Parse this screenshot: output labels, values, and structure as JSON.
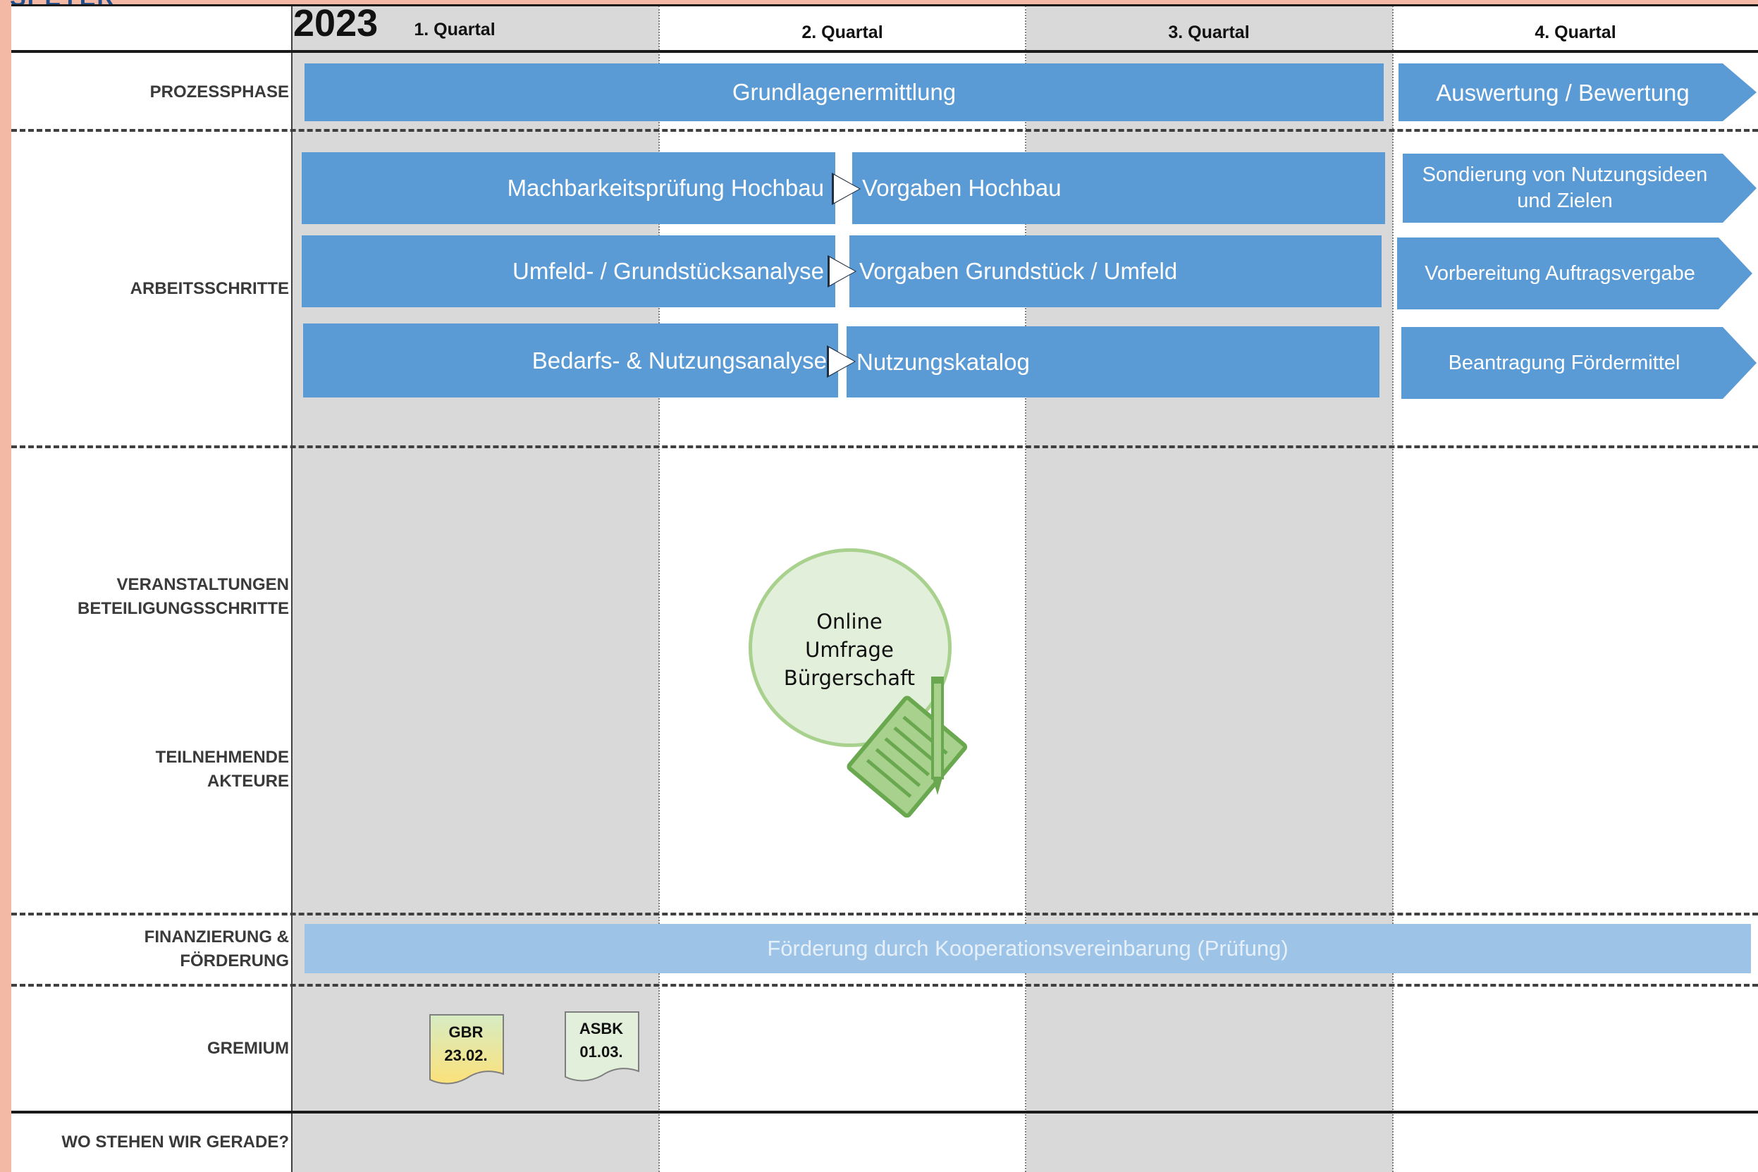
{
  "header": {
    "corner_fragment": "SPEYER",
    "year": "2023",
    "quarters": [
      "1. Quartal",
      "2. Quartal",
      "3. Quartal",
      "4. Quartal"
    ]
  },
  "rows": {
    "prozessphase": "PROZESSPHASE",
    "arbeitsschritte": "ARBEITSSCHRITTE",
    "veranstaltungen_1": "VERANSTALTUNGEN",
    "veranstaltungen_2": "BETEILIGUNGSSCHRITTE",
    "teilnehmende_1": "TEILNEHMENDE",
    "teilnehmende_2": "AKTEURE",
    "finanzierung_1": "FINANZIERUNG &",
    "finanzierung_2": "FÖRDERUNG",
    "gremium": "GREMIUM",
    "wo_stehen": "WO STEHEN WIR GERADE?"
  },
  "phases": {
    "grundlagen": "Grundlagenermittlung",
    "auswertung": "Auswertung / Bewertung"
  },
  "steps": {
    "machbarkeit": "Machbarkeitsprüfung Hochbau",
    "vorgaben_hochbau": "Vorgaben Hochbau",
    "umfeld_analyse": "Umfeld- / Grundstücksanalyse",
    "vorgaben_grundstueck": "Vorgaben Grundstück / Umfeld",
    "bedarfs_analyse": "Bedarfs- & Nutzungsanalyse",
    "nutzungskatalog": "Nutzungskatalog",
    "sondierung": "Sondierung von Nutzungsideen und Zielen",
    "vorbereitung": "Vorbereitung Auftragsvergabe",
    "beantragung": "Beantragung Fördermittel"
  },
  "event": {
    "line1": "Online",
    "line2": "Umfrage",
    "line3": "Bürgerschaft"
  },
  "finanzierung": "Förderung durch Kooperationsvereinbarung (Prüfung)",
  "gremium_notes": [
    {
      "line1": "GBR",
      "line2": "23.02."
    },
    {
      "line1": "ASBK",
      "line2": "01.03."
    }
  ],
  "colors": {
    "bar_blue": "#5b9bd5",
    "bar_light_blue": "#9dc3e6",
    "shade_gray": "#d9d9d9",
    "circle_fill": "#e2efda",
    "circle_border": "#a9d18e",
    "note_gbr": "#f3e58e",
    "note_asbk": "#e2efda",
    "margin_salmon": "#f4b9a5"
  }
}
